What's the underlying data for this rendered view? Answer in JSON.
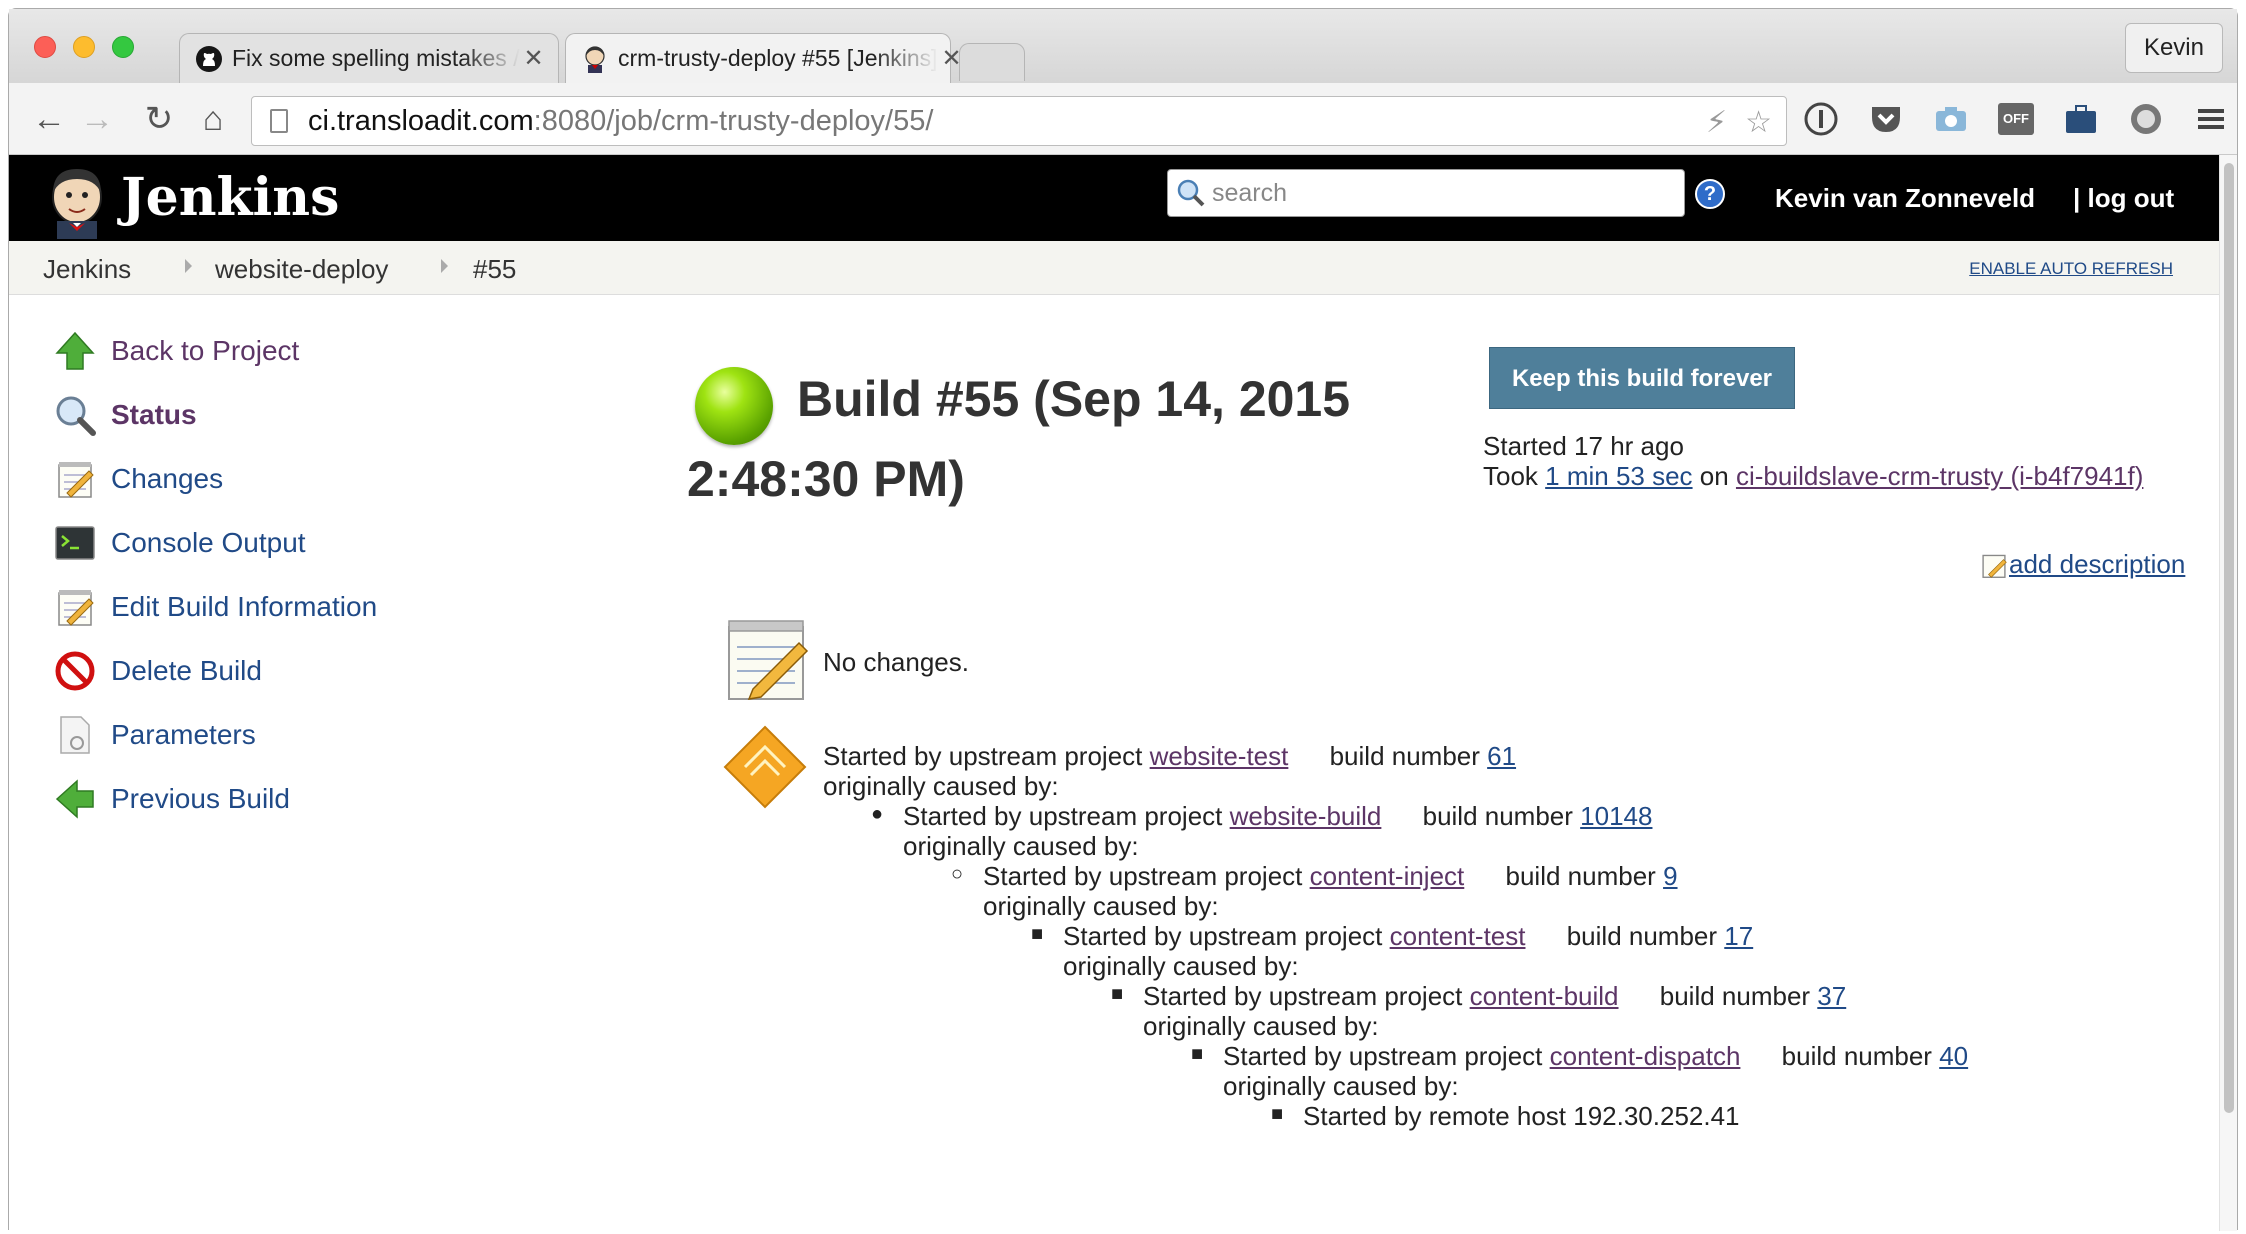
{
  "browser": {
    "tabs": [
      {
        "title": "Fix some spelling mistakes /",
        "close": "✕"
      },
      {
        "title": "crm-trusty-deploy #55 [Jenkins]",
        "close": "✕"
      }
    ],
    "profile": "Kevin",
    "url_host": "ci.transloadit.com",
    "url_rest": ":8080/job/crm-trusty-deploy/55/",
    "ext_off_label": "OFF"
  },
  "header": {
    "title": "Jenkins",
    "search_placeholder": "search",
    "help": "?",
    "user": "Kevin van Zonneveld",
    "logout": "| log out"
  },
  "breadcrumbs": {
    "items": [
      "Jenkins",
      "website-deploy",
      "#55"
    ],
    "auto_refresh": "ENABLE AUTO REFRESH"
  },
  "sidebar": {
    "items": [
      {
        "label": "Back to Project",
        "icon": "up-arrow-icon"
      },
      {
        "label": "Status",
        "icon": "magnifier-icon"
      },
      {
        "label": "Changes",
        "icon": "notepad-icon"
      },
      {
        "label": "Console Output",
        "icon": "terminal-icon"
      },
      {
        "label": "Edit Build Information",
        "icon": "notepad-icon"
      },
      {
        "label": "Delete Build",
        "icon": "no-entry-icon"
      },
      {
        "label": "Parameters",
        "icon": "document-icon"
      },
      {
        "label": "Previous Build",
        "icon": "left-arrow-icon"
      }
    ]
  },
  "build": {
    "title": "Build #55 (Sep 14, 2015 2:48:30 PM)",
    "status_color": "#6fc400",
    "keep_forever": "Keep this build forever",
    "started": "Started 17 hr ago",
    "took_prefix": "Took",
    "duration": "1 min 53 sec",
    "on_word": "on",
    "node": "ci-buildslave-crm-trusty (i-b4f7941f)",
    "add_description": "add description",
    "no_changes": "No changes."
  },
  "causes": {
    "prefix": "Started by upstream project",
    "build_number_label": "build number",
    "originally": "originally caused by:",
    "chain": [
      {
        "project": "website-test",
        "build": "61"
      },
      {
        "project": "website-build",
        "build": "10148"
      },
      {
        "project": "content-inject",
        "build": "9"
      },
      {
        "project": "content-test",
        "build": "17"
      },
      {
        "project": "content-build",
        "build": "37"
      },
      {
        "project": "content-dispatch",
        "build": "40"
      }
    ],
    "root": "Started by remote host 192.30.252.41"
  }
}
